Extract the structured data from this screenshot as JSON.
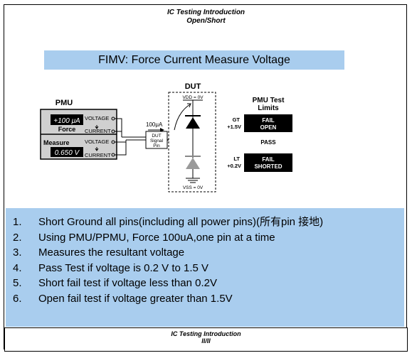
{
  "header": {
    "line1": "IC Testing Introduction",
    "line2": "Open/Short"
  },
  "title": "FIMV: Force Current Measure Voltage",
  "diagram": {
    "pmu_label": "PMU",
    "force_value": "+100 μA",
    "force_label": "Force",
    "measure_label": "Measure",
    "measure_value": "0.650 V",
    "voltage_label": "VOLTAGE",
    "current_label": "CURRENT",
    "current_value": "100μA",
    "dut_title": "DUT",
    "vdd_label": "VDD = 0V",
    "vss_label": "VSS = 0V",
    "dut_signal_pin": [
      "DUT",
      "Signal",
      "Pin"
    ],
    "limits_title": [
      "PMU Test",
      "Limits"
    ],
    "gt_label": "GT",
    "gt_value": "+1.5V",
    "lt_label": "LT",
    "lt_value": "+0.2V",
    "fail_open": [
      "FAIL",
      "OPEN"
    ],
    "pass_label": "PASS",
    "fail_shorted": [
      "FAIL",
      "SHORTED"
    ]
  },
  "steps": [
    {
      "num": "1.",
      "text": "Short Ground all pins(including all power pins)(所有pin 接地)"
    },
    {
      "num": "2.",
      "text": "Using PMU/PPMU, Force 100uA,one pin at a time"
    },
    {
      "num": "3.",
      "text": "Measures the resultant voltage"
    },
    {
      "num": "4.",
      "text": "Pass Test if voltage is 0.2 V to 1.5 V"
    },
    {
      "num": "5.",
      "text": "Short fail test if voltage less than 0.2V"
    },
    {
      "num": "6.",
      "text": "Open fail test if voltage greater than 1.5V"
    }
  ],
  "footer": {
    "line1": "IC Testing Introduction",
    "line2": "II/II"
  }
}
